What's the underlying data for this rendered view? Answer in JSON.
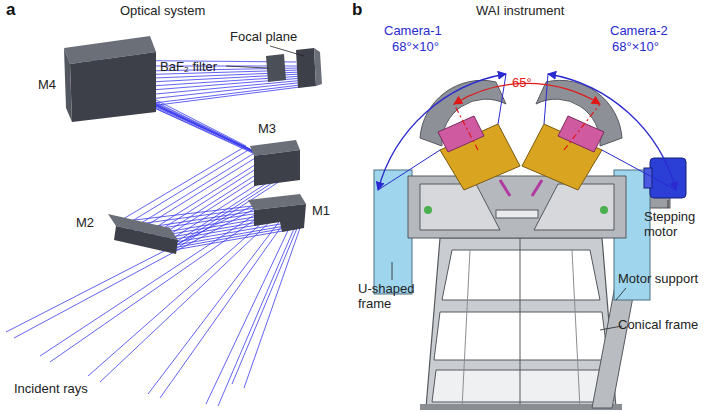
{
  "diagram": {
    "labels": [
      "a",
      "Optical system",
      "Focal plane",
      "BaF₂ filter",
      "M4",
      "M3",
      "M2",
      "M1",
      "Incident rays",
      "b",
      "WAI instrument",
      "Camera-1",
      "68°×10°",
      "65°",
      "Camera-2",
      "68°×10°",
      "Stepping motor",
      "U-shaped frame",
      "Motor support",
      "Conical frame"
    ]
  }
}
